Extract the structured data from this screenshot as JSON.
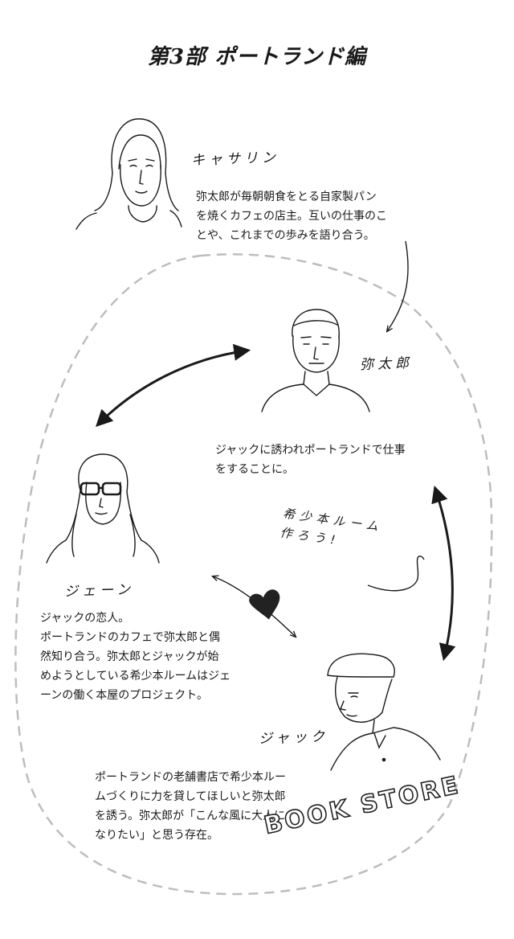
{
  "title": "第3部 ポートランド編",
  "characters": {
    "catherine": {
      "name": "キャサリン",
      "description": "弥太郎が毎朝朝食をとる自家製パン\nを焼くカフェの店主。互いの仕事のこ\nとや、これまでの歩みを語り合う。"
    },
    "yataro": {
      "name": "弥太郎",
      "description": "ジャックに誘われポートランドで仕事\nをすることに。"
    },
    "jane": {
      "name": "ジェーン",
      "description": "ジャックの恋人。\nポートランドのカフェで弥太郎と偶\n然知り合う。弥太郎とジャックが始\nめようとしている希少本ルームはジェ\nーンの働く本屋のプロジェクト。"
    },
    "jack": {
      "name": "ジャック",
      "description": "ポートランドの老舗書店で希少本ルー\nムづくりに力を貸してほしいと弥太郎\nを誘う。弥太郎が「こんな風に大人に\nなりたい」と思う存在。"
    }
  },
  "note": "希少本ルーム\n作ろう!",
  "sign": "BOOK STORE",
  "colors": {
    "ink": "#1a1a1a",
    "dash": "#bdbdbd",
    "heart": "#222222"
  },
  "icons": [
    "curved-arrow-icon",
    "double-arrow-icon",
    "heart-icon"
  ]
}
